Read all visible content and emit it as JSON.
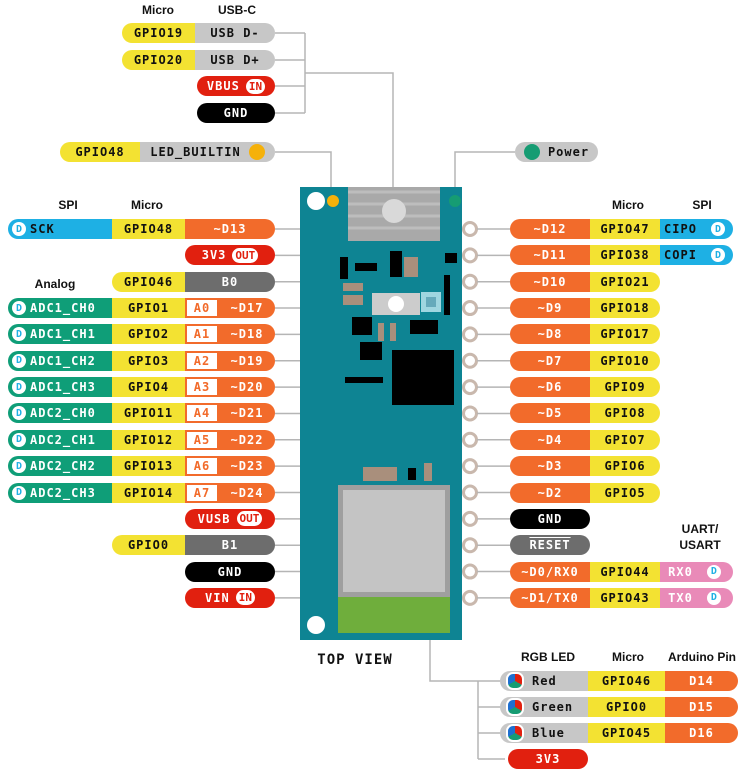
{
  "colors": {
    "board": "#0e8493",
    "gpio": "#f3e232",
    "digital": "#f26b2b",
    "power": "#e1200f",
    "ground": "#000000",
    "analog_adc": "#0f9e78",
    "spi": "#1eb0e4",
    "uart": "#e98ab8",
    "usb": "#c7c7c7",
    "button": "#6d6d6d",
    "led_builtin": "#f5b10a",
    "power_led": "#169c73"
  },
  "headers": {
    "top_micro": "Micro",
    "top_usbc": "USB-C",
    "left_spi": "SPI",
    "left_micro": "Micro",
    "left_analog": "Analog",
    "right_micro": "Micro",
    "right_spi": "SPI",
    "right_uart": "UART/",
    "right_usart": "USART",
    "rgb_led": "RGB LED",
    "rgb_micro": "Micro",
    "rgb_arduino": "Arduino Pin",
    "top_view": "TOP VIEW"
  },
  "usb_rows": [
    [
      {
        "k": "gpio",
        "t": "GPIO19"
      },
      {
        "k": "gray",
        "t": "USB D-"
      }
    ],
    [
      {
        "k": "gpio",
        "t": "GPIO20"
      },
      {
        "k": "gray",
        "t": "USB D+"
      }
    ],
    [
      {
        "k": "red",
        "t": "VBUS",
        "p": "IN"
      }
    ],
    [
      {
        "k": "black",
        "t": "GND"
      }
    ]
  ],
  "led_row": [
    {
      "k": "gpio",
      "t": "GPIO48"
    },
    {
      "k": "gray",
      "t": "LED_BUILTIN",
      "icon": "led-bulb-icon"
    }
  ],
  "power_row": [
    {
      "k": "gray",
      "t": "Power",
      "icon": "power-led-icon"
    }
  ],
  "left_pins": [
    [
      {
        "k": "spi",
        "t": "SCK",
        "b": "D"
      },
      {
        "k": "gpio",
        "t": "GPIO48"
      },
      {
        "k": "orange",
        "t": "~D13"
      }
    ],
    [
      {
        "k": "red",
        "t": "3V3",
        "p": "OUT"
      }
    ],
    [
      {
        "k": "gpio",
        "t": "GPIO46"
      },
      {
        "k": "dgray",
        "t": "B0"
      }
    ],
    [
      {
        "k": "adc",
        "t": "ADC1_CH0",
        "b": "D"
      },
      {
        "k": "gpio",
        "t": "GPIO1"
      },
      {
        "k": "analog",
        "t": "A0"
      },
      {
        "k": "orange",
        "t": "~D17"
      }
    ],
    [
      {
        "k": "adc",
        "t": "ADC1_CH1",
        "b": "D"
      },
      {
        "k": "gpio",
        "t": "GPIO2"
      },
      {
        "k": "analog",
        "t": "A1"
      },
      {
        "k": "orange",
        "t": "~D18"
      }
    ],
    [
      {
        "k": "adc",
        "t": "ADC1_CH2",
        "b": "D"
      },
      {
        "k": "gpio",
        "t": "GPIO3"
      },
      {
        "k": "analog",
        "t": "A2"
      },
      {
        "k": "orange",
        "t": "~D19"
      }
    ],
    [
      {
        "k": "adc",
        "t": "ADC1_CH3",
        "b": "D"
      },
      {
        "k": "gpio",
        "t": "GPIO4"
      },
      {
        "k": "analog",
        "t": "A3"
      },
      {
        "k": "orange",
        "t": "~D20"
      }
    ],
    [
      {
        "k": "adc",
        "t": "ADC2_CH0",
        "b": "D"
      },
      {
        "k": "gpio",
        "t": "GPIO11"
      },
      {
        "k": "analog",
        "t": "A4"
      },
      {
        "k": "orange",
        "t": "~D21"
      }
    ],
    [
      {
        "k": "adc",
        "t": "ADC2_CH1",
        "b": "D"
      },
      {
        "k": "gpio",
        "t": "GPIO12"
      },
      {
        "k": "analog",
        "t": "A5"
      },
      {
        "k": "orange",
        "t": "~D22"
      }
    ],
    [
      {
        "k": "adc",
        "t": "ADC2_CH2",
        "b": "D"
      },
      {
        "k": "gpio",
        "t": "GPIO13"
      },
      {
        "k": "analog",
        "t": "A6"
      },
      {
        "k": "orange",
        "t": "~D23"
      }
    ],
    [
      {
        "k": "adc",
        "t": "ADC2_CH3",
        "b": "D"
      },
      {
        "k": "gpio",
        "t": "GPIO14"
      },
      {
        "k": "analog",
        "t": "A7"
      },
      {
        "k": "orange",
        "t": "~D24"
      }
    ],
    [
      {
        "k": "red",
        "t": "VUSB",
        "p": "OUT"
      }
    ],
    [
      {
        "k": "gpio",
        "t": "GPIO0"
      },
      {
        "k": "dgray",
        "t": "B1"
      }
    ],
    [
      {
        "k": "black",
        "t": "GND"
      }
    ],
    [
      {
        "k": "red",
        "t": "VIN",
        "p": "IN"
      }
    ]
  ],
  "right_pins": [
    [
      {
        "k": "orange",
        "t": "~D12"
      },
      {
        "k": "gpio",
        "t": "GPIO47"
      },
      {
        "k": "spi",
        "t": "CIPO",
        "b": "D"
      }
    ],
    [
      {
        "k": "orange",
        "t": "~D11"
      },
      {
        "k": "gpio",
        "t": "GPIO38"
      },
      {
        "k": "spi",
        "t": "COPI",
        "b": "D"
      }
    ],
    [
      {
        "k": "orange",
        "t": "~D10"
      },
      {
        "k": "gpio",
        "t": "GPIO21"
      }
    ],
    [
      {
        "k": "orange",
        "t": "~D9"
      },
      {
        "k": "gpio",
        "t": "GPIO18"
      }
    ],
    [
      {
        "k": "orange",
        "t": "~D8"
      },
      {
        "k": "gpio",
        "t": "GPIO17"
      }
    ],
    [
      {
        "k": "orange",
        "t": "~D7"
      },
      {
        "k": "gpio",
        "t": "GPIO10"
      }
    ],
    [
      {
        "k": "orange",
        "t": "~D6"
      },
      {
        "k": "gpio",
        "t": "GPIO9"
      }
    ],
    [
      {
        "k": "orange",
        "t": "~D5"
      },
      {
        "k": "gpio",
        "t": "GPIO8"
      }
    ],
    [
      {
        "k": "orange",
        "t": "~D4"
      },
      {
        "k": "gpio",
        "t": "GPIO7"
      }
    ],
    [
      {
        "k": "orange",
        "t": "~D3"
      },
      {
        "k": "gpio",
        "t": "GPIO6"
      }
    ],
    [
      {
        "k": "orange",
        "t": "~D2"
      },
      {
        "k": "gpio",
        "t": "GPIO5"
      }
    ],
    [
      {
        "k": "black",
        "t": "GND"
      }
    ],
    [
      {
        "k": "dgray",
        "t": "RESET",
        "over": true
      }
    ],
    [
      {
        "k": "orange",
        "t": "~D0/RX0"
      },
      {
        "k": "gpio",
        "t": "GPIO44"
      },
      {
        "k": "uart",
        "t": "RX0",
        "b": "D"
      }
    ],
    [
      {
        "k": "orange",
        "t": "~D1/TX0"
      },
      {
        "k": "gpio",
        "t": "GPIO43"
      },
      {
        "k": "uart",
        "t": "TX0",
        "b": "D"
      }
    ]
  ],
  "rgb_rows": [
    [
      {
        "k": "gray",
        "t": "Red",
        "icon": "rgb-led-icon"
      },
      {
        "k": "gpio",
        "t": "GPIO46"
      },
      {
        "k": "orange",
        "t": "D14"
      }
    ],
    [
      {
        "k": "gray",
        "t": "Green",
        "icon": "rgb-led-icon"
      },
      {
        "k": "gpio",
        "t": "GPIO0"
      },
      {
        "k": "orange",
        "t": "D15"
      }
    ],
    [
      {
        "k": "gray",
        "t": "Blue",
        "icon": "rgb-led-icon"
      },
      {
        "k": "gpio",
        "t": "GPIO45"
      },
      {
        "k": "orange",
        "t": "D16"
      }
    ],
    [
      {
        "k": "red",
        "t": "3V3"
      }
    ]
  ]
}
